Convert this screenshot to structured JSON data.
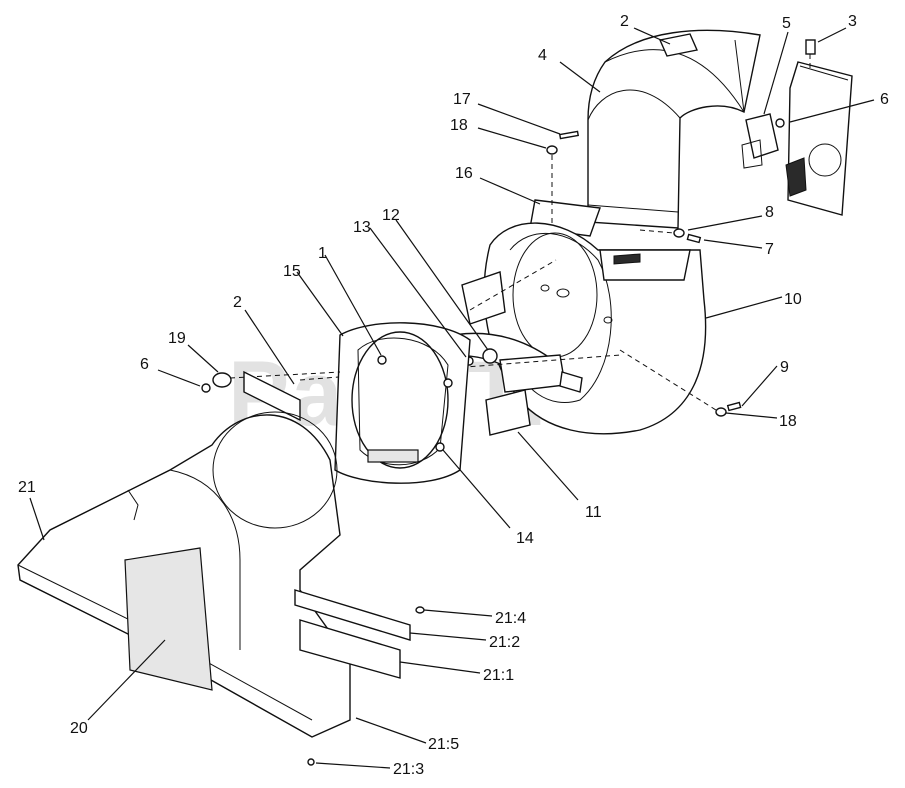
{
  "watermark": "PartsTree",
  "trademark": "TM",
  "callouts": [
    {
      "id": "c2a",
      "text": "2"
    },
    {
      "id": "c3",
      "text": "3"
    },
    {
      "id": "c4",
      "text": "4"
    },
    {
      "id": "c5",
      "text": "5"
    },
    {
      "id": "c6a",
      "text": "6"
    },
    {
      "id": "c17",
      "text": "17"
    },
    {
      "id": "c18a",
      "text": "18"
    },
    {
      "id": "c16",
      "text": "16"
    },
    {
      "id": "c8",
      "text": "8"
    },
    {
      "id": "c7",
      "text": "7"
    },
    {
      "id": "c12",
      "text": "12"
    },
    {
      "id": "c13",
      "text": "13"
    },
    {
      "id": "c1",
      "text": "1"
    },
    {
      "id": "c15",
      "text": "15"
    },
    {
      "id": "c10",
      "text": "10"
    },
    {
      "id": "c2b",
      "text": "2"
    },
    {
      "id": "c19",
      "text": "19"
    },
    {
      "id": "c6b",
      "text": "6"
    },
    {
      "id": "c9",
      "text": "9"
    },
    {
      "id": "c18b",
      "text": "18"
    },
    {
      "id": "c11",
      "text": "11"
    },
    {
      "id": "c14",
      "text": "14"
    },
    {
      "id": "c21",
      "text": "21"
    },
    {
      "id": "c21_4",
      "text": "21:4"
    },
    {
      "id": "c21_2",
      "text": "21:2"
    },
    {
      "id": "c21_1",
      "text": "21:1"
    },
    {
      "id": "c20",
      "text": "20"
    },
    {
      "id": "c21_5",
      "text": "21:5"
    },
    {
      "id": "c21_3",
      "text": "21:3"
    }
  ]
}
